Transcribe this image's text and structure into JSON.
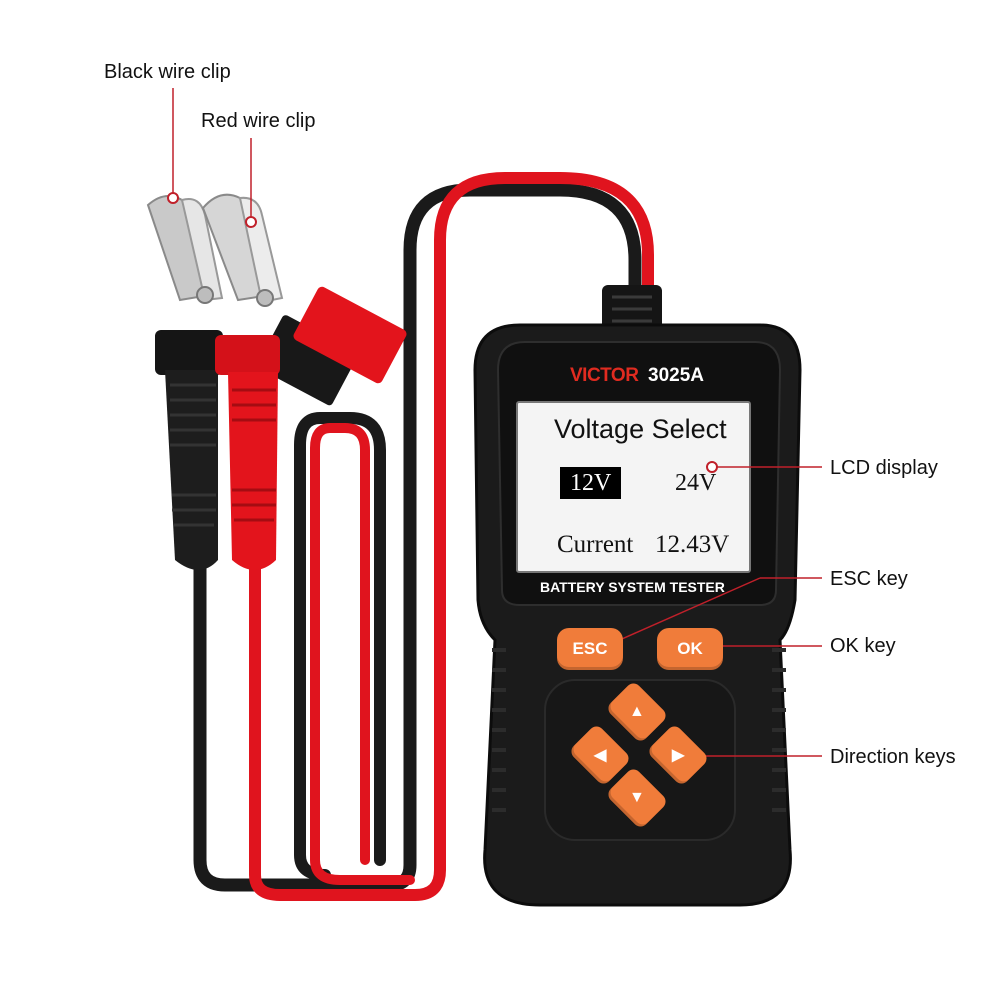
{
  "callouts": {
    "black_clip": "Black wire clip",
    "red_clip": "Red wire clip",
    "lcd": "LCD display",
    "esc": "ESC key",
    "ok": "OK key",
    "direction": "Direction keys"
  },
  "device": {
    "brand": "VICTOR",
    "model": "3025A",
    "panel_label": "BATTERY SYSTEM TESTER",
    "body_color": "#1b1b1b",
    "key_color": "#f07c3a",
    "red_wire": "#e0141e",
    "black_wire": "#1a1a1a"
  },
  "lcd": {
    "title": "Voltage Select",
    "option_1": "12V",
    "option_2": "24V",
    "current_label": "Current",
    "current_value": "12.43V"
  },
  "keys": {
    "esc": "ESC",
    "ok": "OK",
    "up_icon": "up-arrow-icon",
    "down_icon": "down-arrow-icon",
    "left_icon": "left-arrow-icon",
    "right_icon": "right-arrow-icon",
    "up_glyph": "▲",
    "down_glyph": "▼",
    "left_glyph": "◀",
    "right_glyph": "▶"
  }
}
